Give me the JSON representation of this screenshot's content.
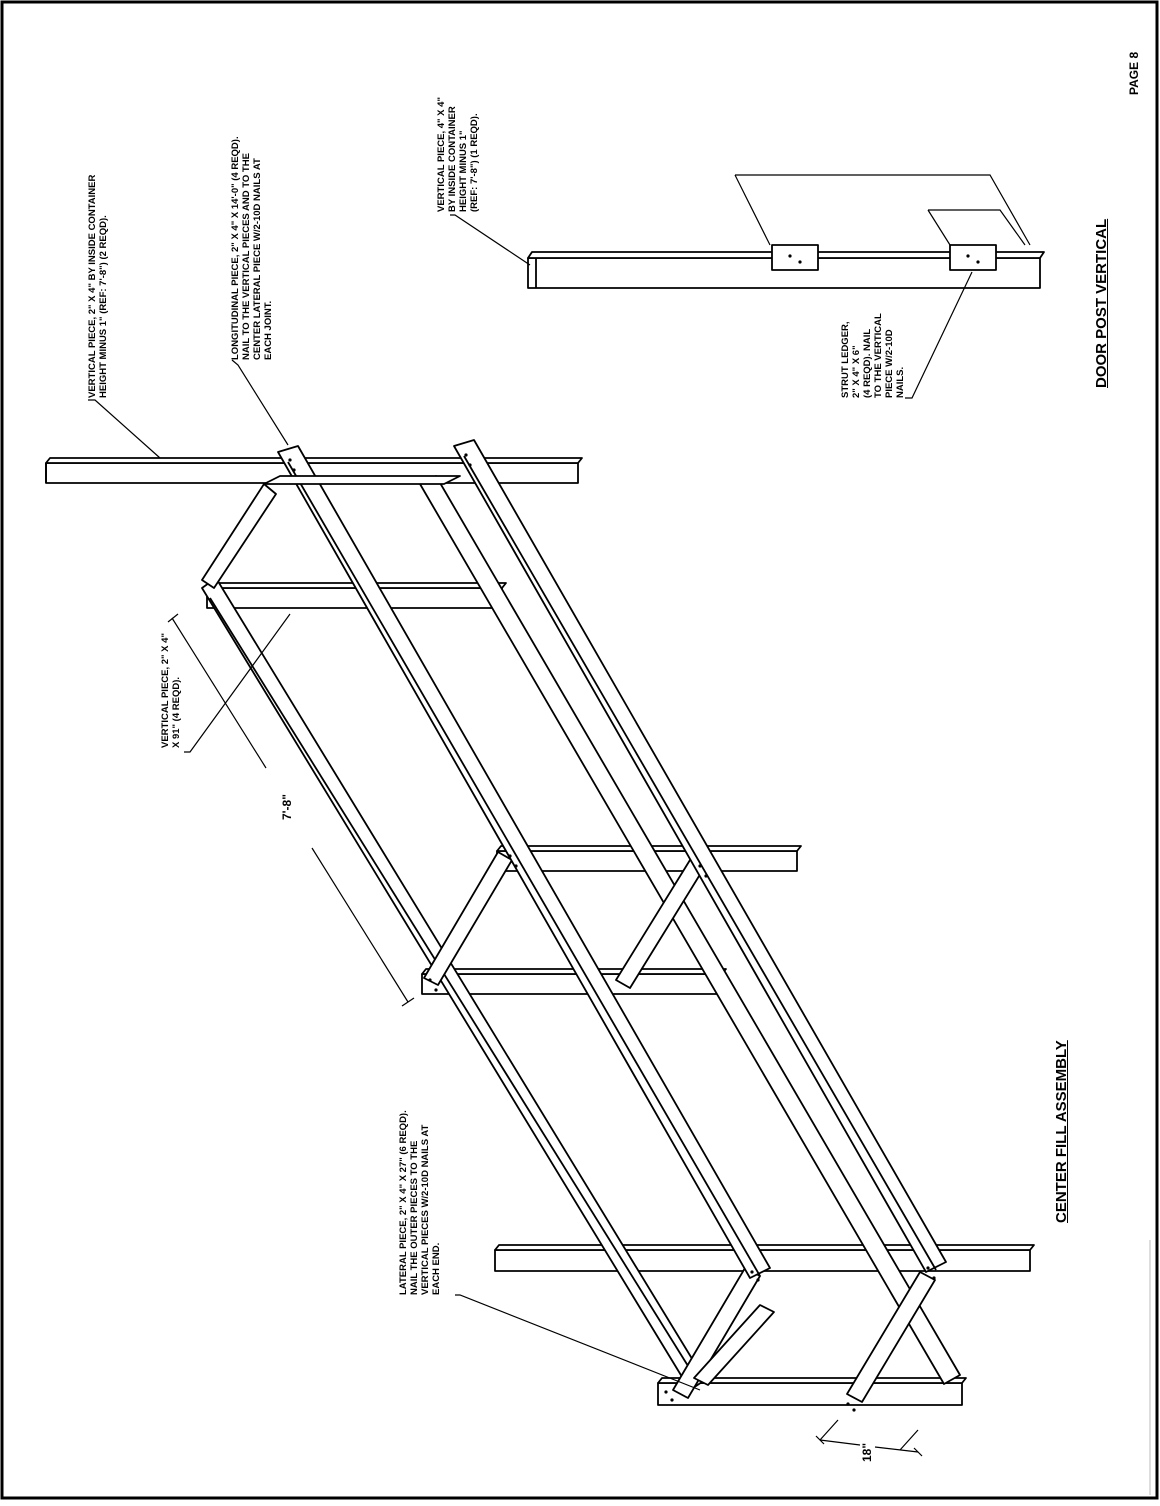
{
  "page_number": "PAGE 8",
  "center_assembly": {
    "title": "CENTER FILL ASSEMBLY",
    "notes": {
      "vertical_end": [
        "VERTICAL PIECE, 2\" X 4\" BY INSIDE CONTAINER",
        "HEIGHT MINUS 1\" (REF: 7'-8\") (2 REQD)."
      ],
      "longitudinal": [
        "LONGITUDINAL PIECE, 2\" X 4\" X 14'-0\" (4 REQD).",
        "NAIL TO THE VERTICAL PIECES AND TO THE",
        "CENTER LATERAL PIECE W/2-10d NAILS AT",
        "EACH JOINT."
      ],
      "vertical_mid": [
        "VERTICAL PIECE, 2\" X 4\"",
        "X 91\" (4 REQD)."
      ],
      "lateral": [
        "LATERAL PIECE, 2\" X 4\" X 27\" (6 REQD).",
        "NAIL THE OUTER PIECES TO THE",
        "VERTICAL PIECES W/2-10d NAILS AT",
        "EACH END."
      ]
    },
    "dimensions": {
      "length": "7'-8\"",
      "width": "18\""
    }
  },
  "door_post": {
    "title": "DOOR POST VERTICAL",
    "notes": {
      "vertical": [
        "VERTICAL PIECE, 4\" X 4\"",
        "BY INSIDE CONTAINER",
        "HEIGHT MINUS 1\"",
        "(REF: 7'-8\") (1 REQD)."
      ],
      "ledger": [
        "STRUT LEDGER,",
        "2\" X 4\" X 6\"",
        "(4 REQD). NAIL",
        "TO THE VERTICAL",
        "PIECE W/2-10d",
        "NAILS."
      ]
    }
  },
  "colors": {
    "ink": "#000000",
    "paper": "#ffffff"
  }
}
